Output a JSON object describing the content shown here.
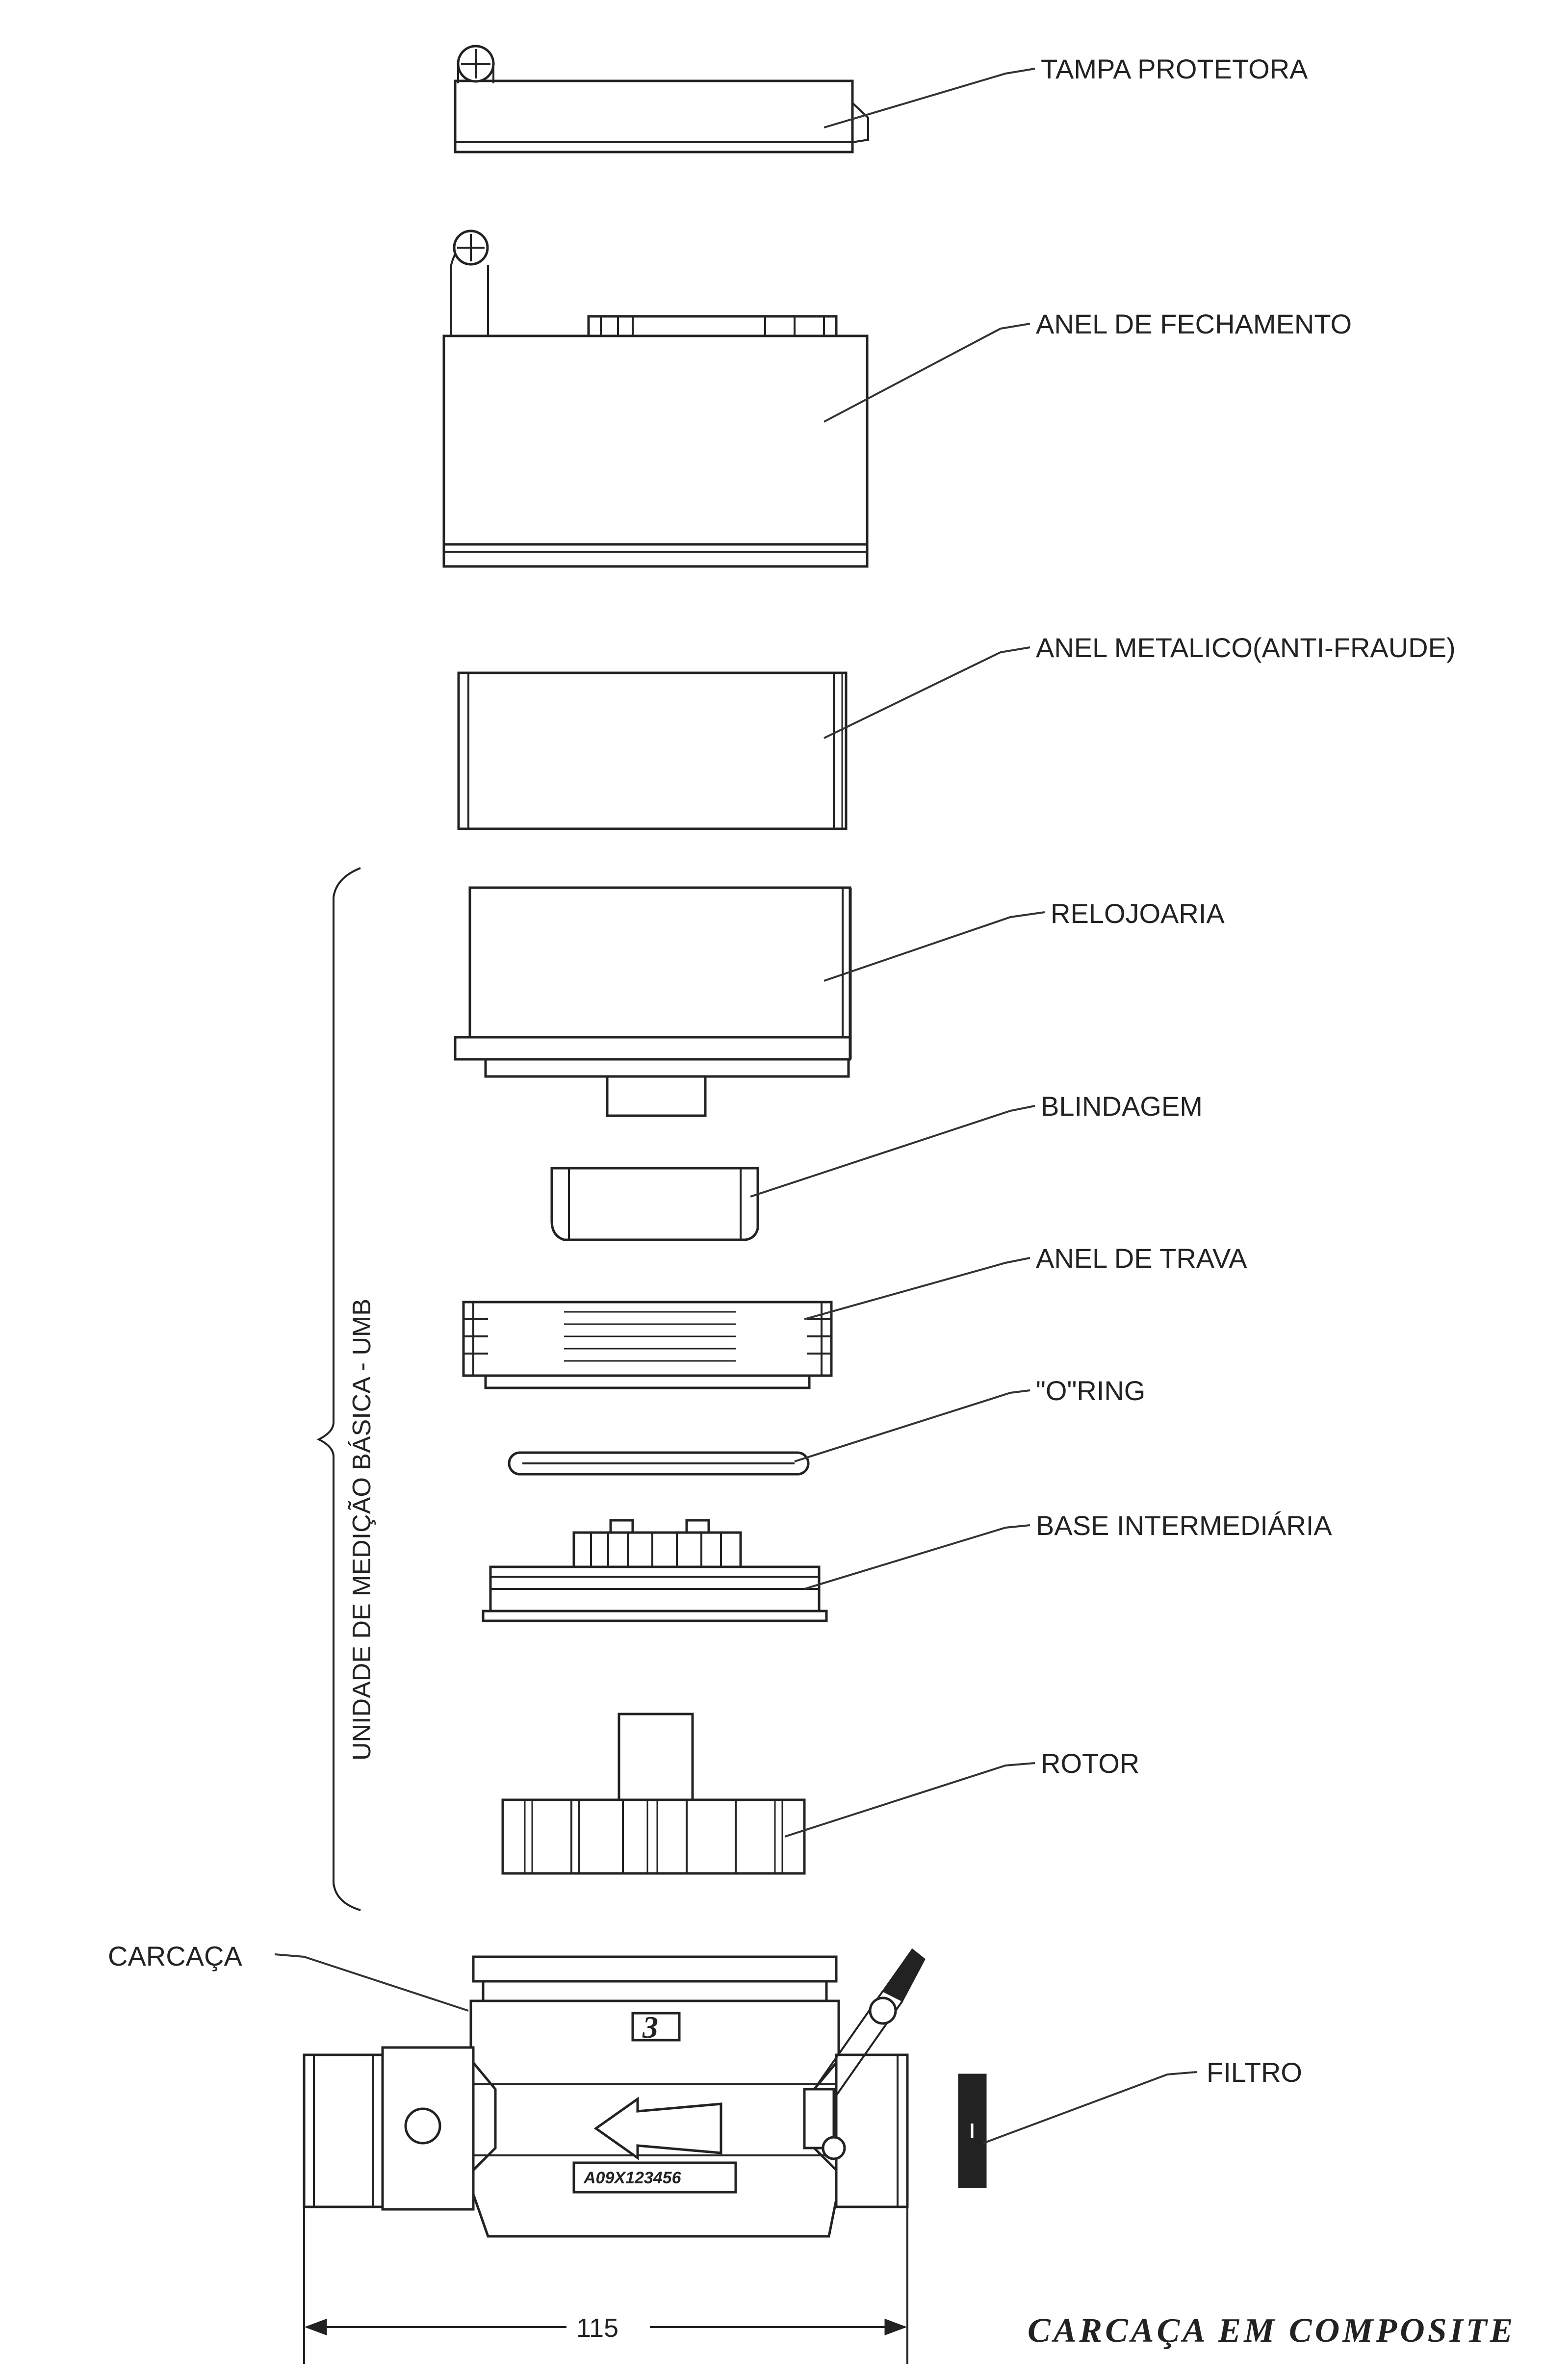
{
  "labels": {
    "tampa": "TAMPA PROTETORA",
    "anel_fechamento": "ANEL DE FECHAMENTO",
    "anel_metalico": "ANEL METALICO(ANTI-FRAUDE)",
    "relojoaria": "RELOJOARIA",
    "blindagem": "BLINDAGEM",
    "anel_trava": "ANEL DE TRAVA",
    "oring": "\"O\"RING",
    "base": "BASE INTERMEDIÁRIA",
    "rotor": "ROTOR",
    "carcaca": "CARCAÇA",
    "filtro": "FILTRO"
  },
  "side_label": "UNIDADE DE MEDIÇÃO BÁSICA - UMB",
  "dimension": "115",
  "caption": "CARCAÇA EM COMPOSITE",
  "body_number": "3",
  "serial": "A09X123456",
  "colors": {
    "line": "#222222",
    "background": "#ffffff"
  }
}
